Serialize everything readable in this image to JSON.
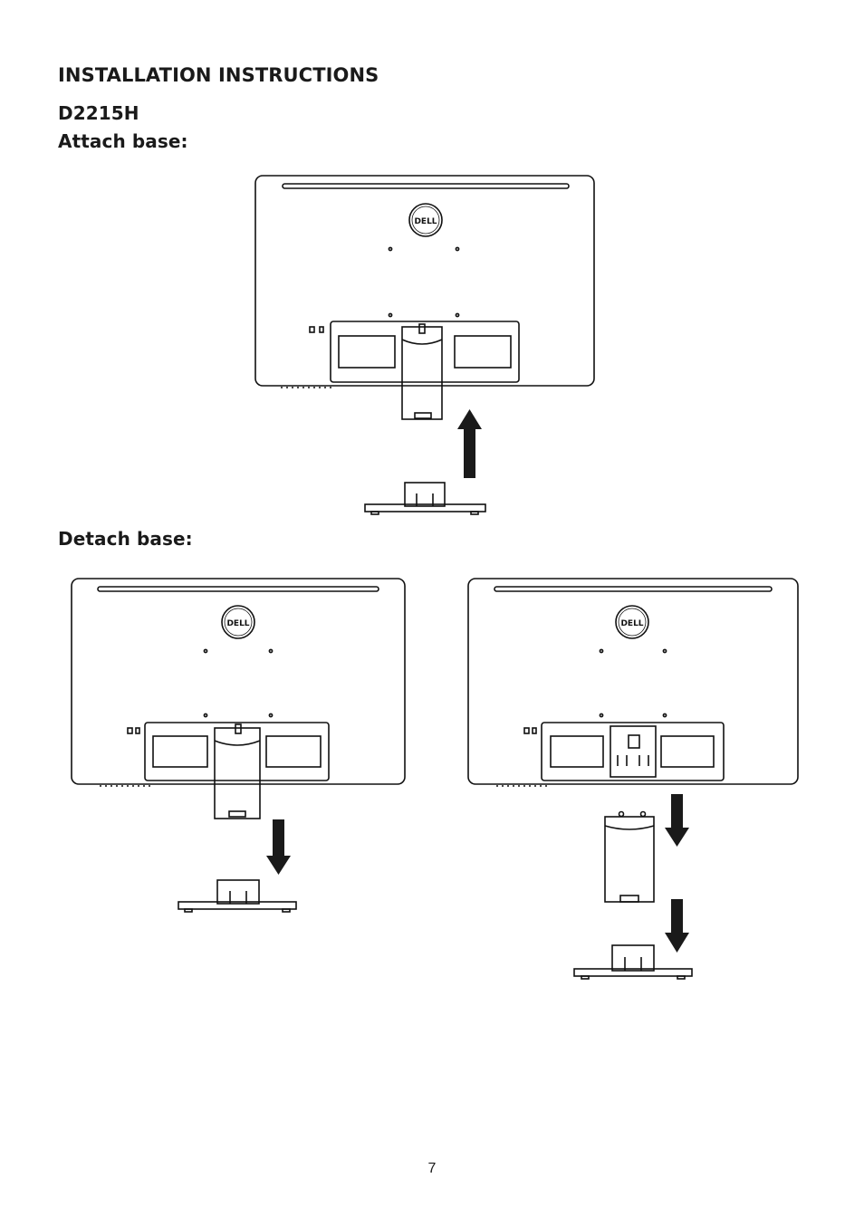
{
  "page": {
    "title": "INSTALLATION INSTRUCTIONS",
    "model": "D2215H",
    "attach_heading": "Attach base:",
    "detach_heading": "Detach base:",
    "page_number": "7"
  },
  "figures": {
    "brand_logo_text": "DELL",
    "attach": {
      "arrow": "up"
    },
    "detach_left": {
      "arrow": "down"
    },
    "detach_right": {
      "arrows": [
        "down",
        "down"
      ]
    }
  }
}
